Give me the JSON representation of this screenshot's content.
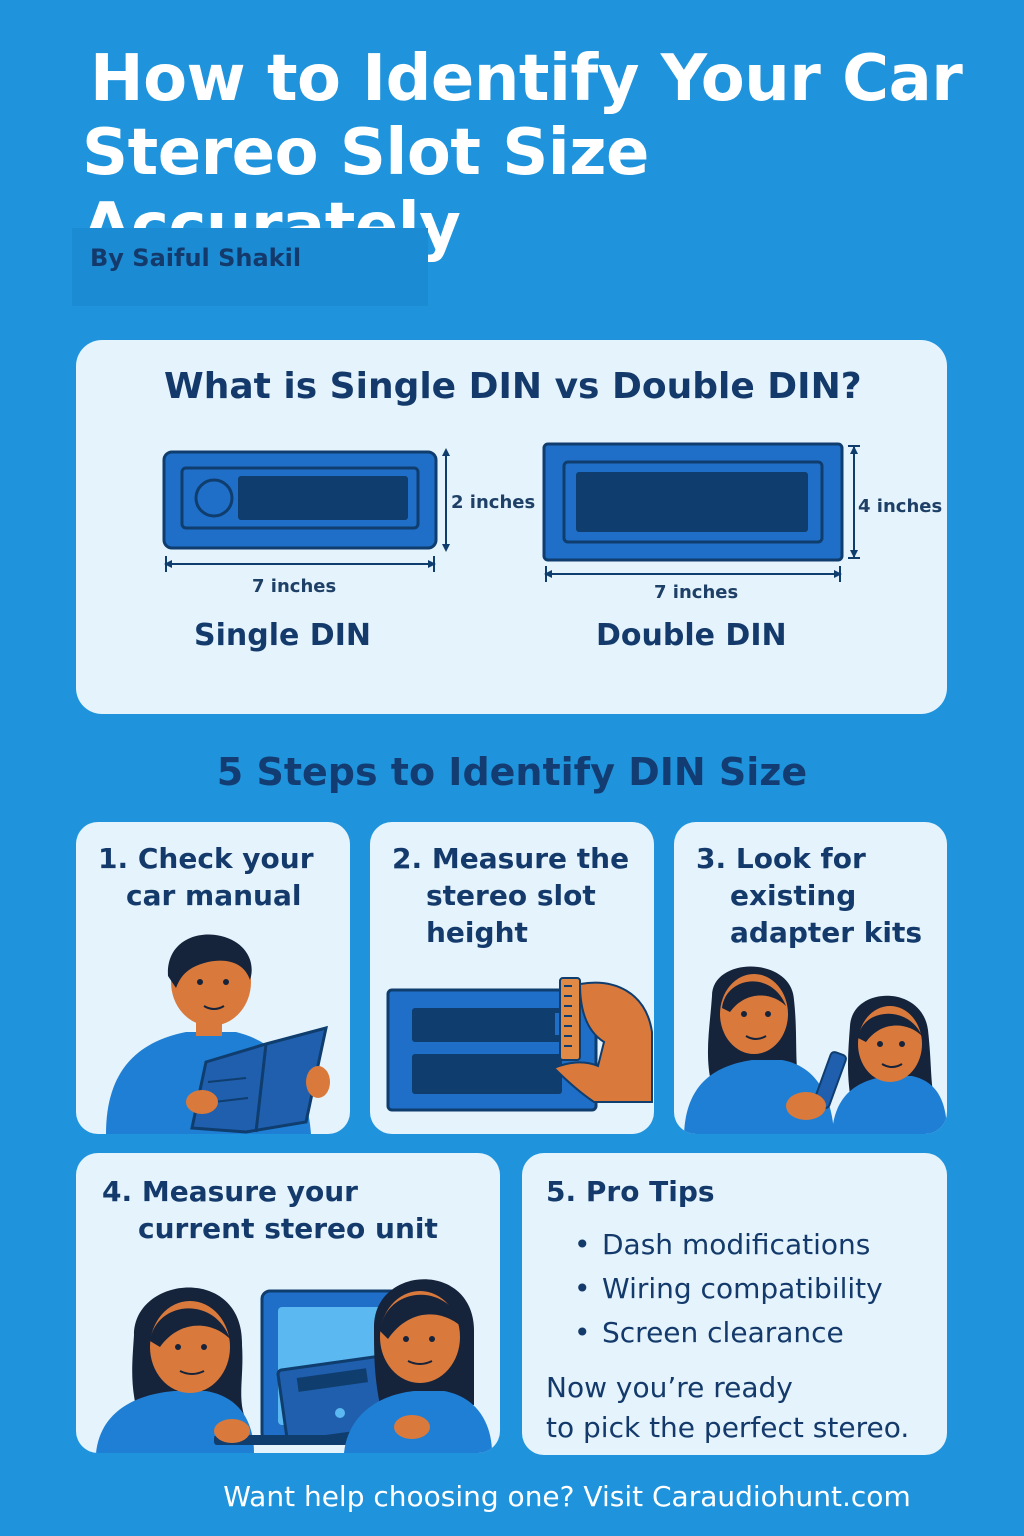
{
  "title": {
    "line1": "How to Identify Your Car",
    "line2": "Stereo Slot Size Accurately"
  },
  "author": "By Saiful Shakil",
  "din_section": {
    "heading": "What is Single DIN vs Double DIN?",
    "single": {
      "label": "Single DIN",
      "height": "2 inches",
      "width": "7 inches"
    },
    "double": {
      "label": "Double DIN",
      "height": "4 inches",
      "width": "7 inches"
    }
  },
  "steps_title": "5 Steps to Identify DIN Size",
  "steps": [
    {
      "line1": "1. Check your",
      "line2": "car manual",
      "illustration": "person-reading-book"
    },
    {
      "line1": "2. Measure the",
      "line2": "stereo slot",
      "line3": "height",
      "illustration": "hand-measuring-slot"
    },
    {
      "line1": "3. Look for",
      "line2": "existing",
      "line3": "adapter kits",
      "illustration": "two-women-holding-part"
    },
    {
      "line1": "4. Measure your",
      "line2": "current stereo unit",
      "illustration": "two-people-with-laptop"
    }
  ],
  "pro_tips": {
    "heading": "5. Pro Tips",
    "items": [
      "Dash modifications",
      "Wiring compatibility",
      "Screen clearance"
    ],
    "closing_line1": "Now you’re ready",
    "closing_line2": "to pick the perfect stereo."
  },
  "footer": "Want help choosing one? Visit Caraudiohunt.com",
  "colors": {
    "background": "#1f94dc",
    "card": "#e4f3fc",
    "text_dark": "#143a6b",
    "stereo_blue": "#1f6fc8",
    "stereo_dark": "#0f3d6e",
    "skin": "#d97a3c"
  }
}
